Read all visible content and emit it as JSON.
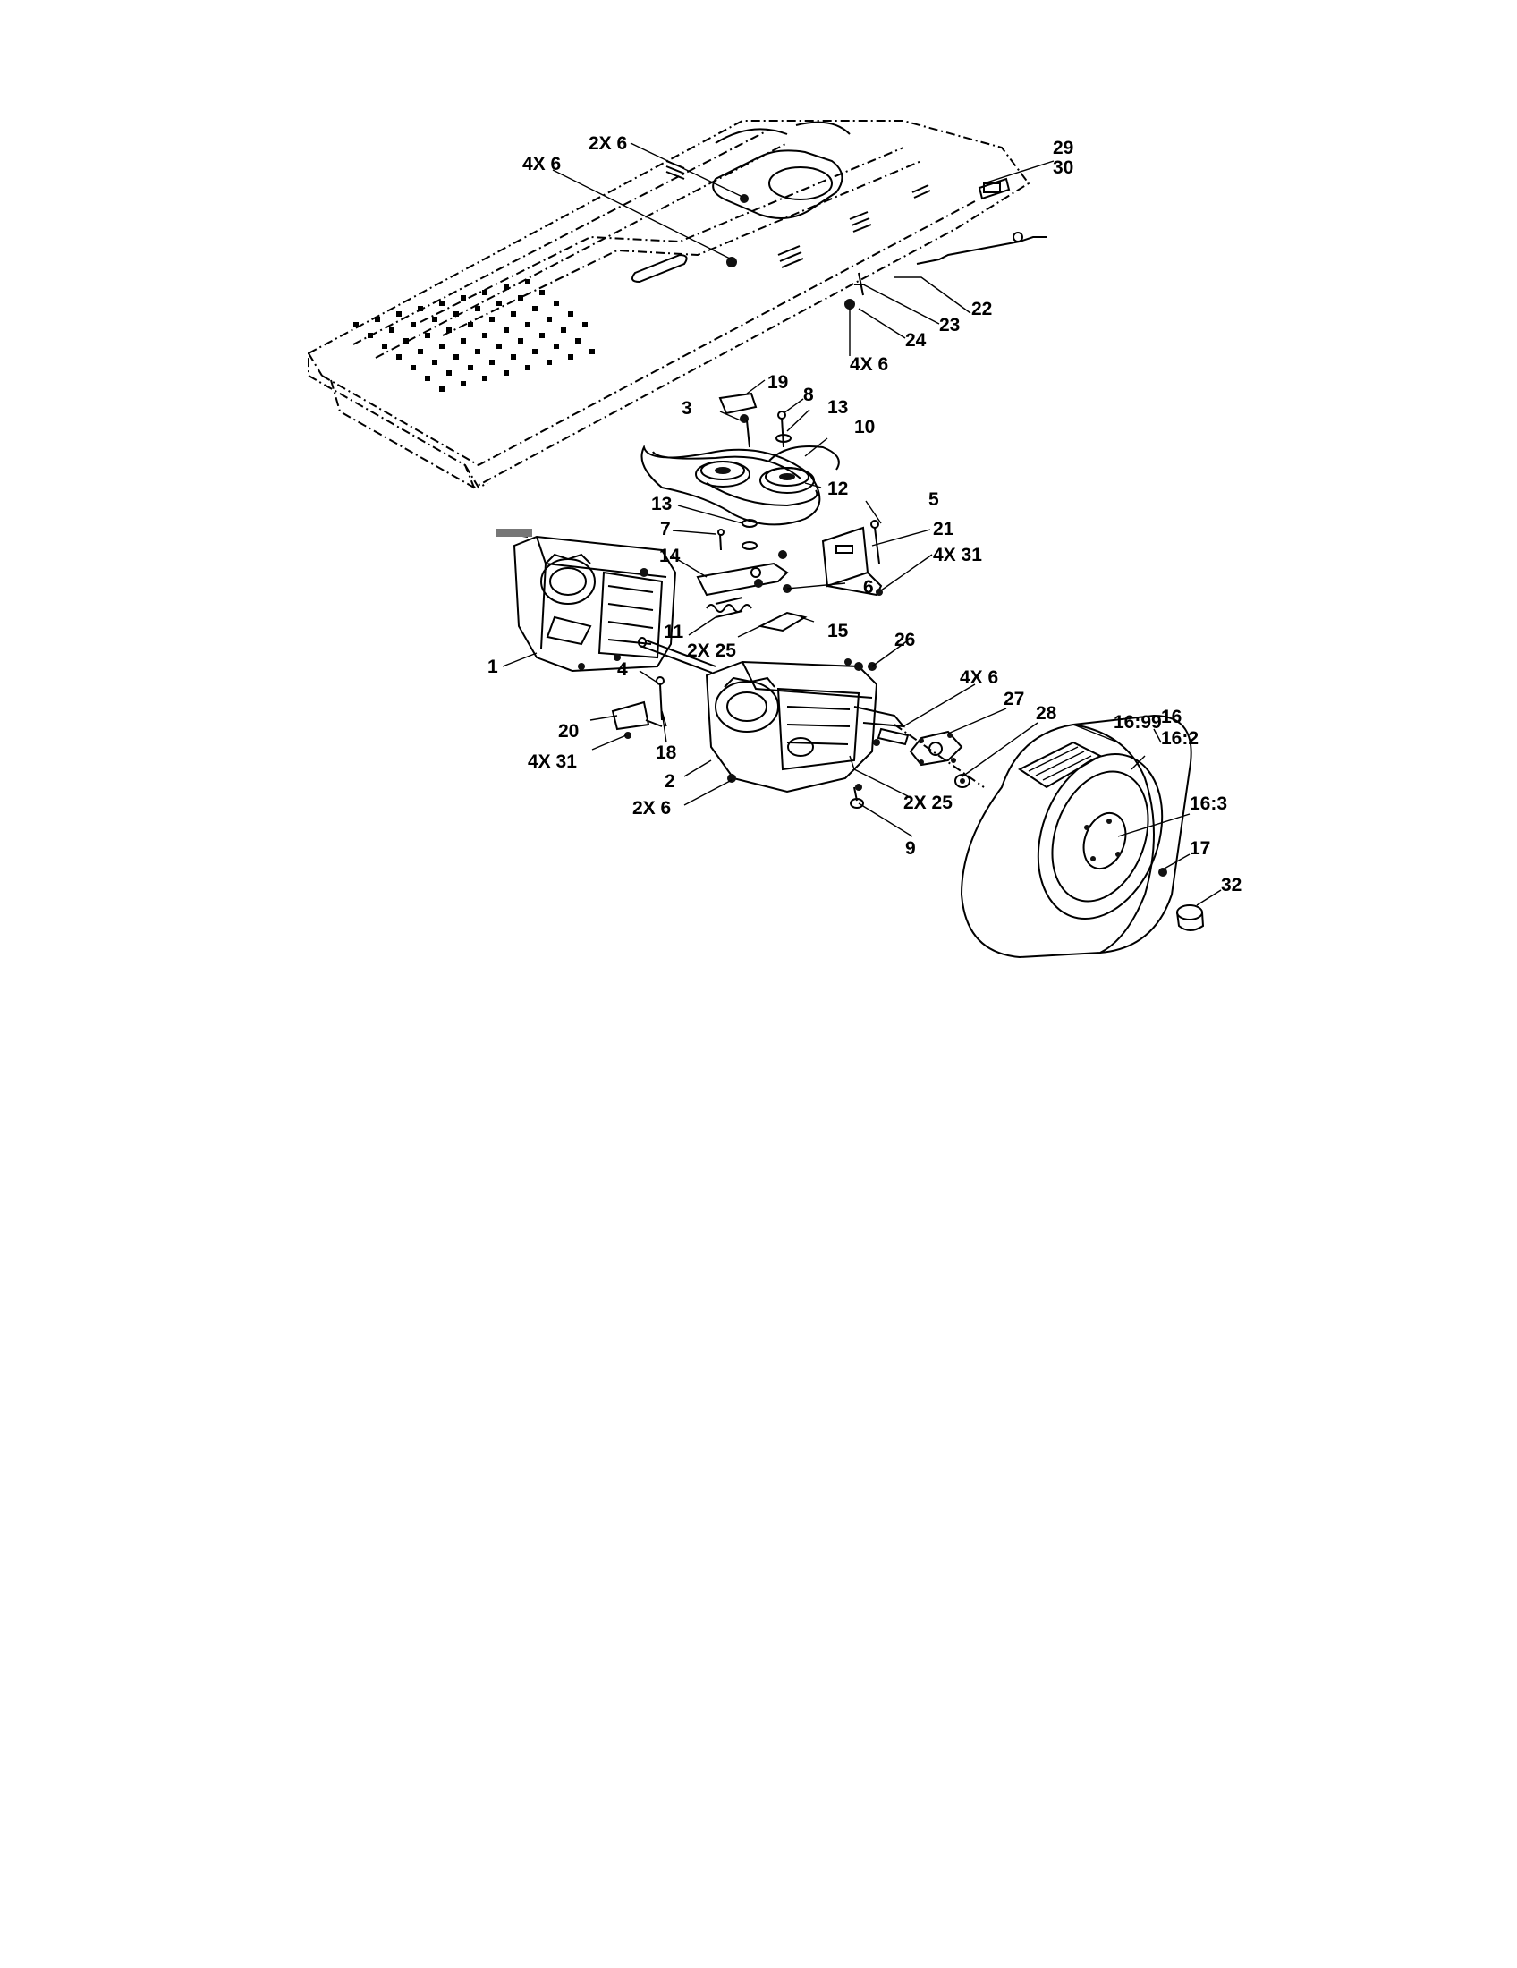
{
  "callouts": [
    {
      "id": "c-2x6-top",
      "text": "2X 6"
    },
    {
      "id": "c-4x6-top",
      "text": "4X 6"
    },
    {
      "id": "c-29",
      "text": "29"
    },
    {
      "id": "c-30",
      "text": "30"
    },
    {
      "id": "c-22",
      "text": "22"
    },
    {
      "id": "c-23",
      "text": "23"
    },
    {
      "id": "c-24",
      "text": "24"
    },
    {
      "id": "c-4x6-frame",
      "text": "4X 6"
    },
    {
      "id": "c-19",
      "text": "19"
    },
    {
      "id": "c-8",
      "text": "8"
    },
    {
      "id": "c-3",
      "text": "3"
    },
    {
      "id": "c-13a",
      "text": "13"
    },
    {
      "id": "c-10",
      "text": "10"
    },
    {
      "id": "c-12",
      "text": "12"
    },
    {
      "id": "c-5",
      "text": "5"
    },
    {
      "id": "c-13b",
      "text": "13"
    },
    {
      "id": "c-7",
      "text": "7"
    },
    {
      "id": "c-21",
      "text": "21"
    },
    {
      "id": "c-14",
      "text": "14"
    },
    {
      "id": "c-4x31-right",
      "text": "4X 31"
    },
    {
      "id": "c-6",
      "text": "6"
    },
    {
      "id": "c-11",
      "text": "11"
    },
    {
      "id": "c-15",
      "text": "15"
    },
    {
      "id": "c-2x25-a",
      "text": "2X 25"
    },
    {
      "id": "c-26",
      "text": "26"
    },
    {
      "id": "c-1",
      "text": "1"
    },
    {
      "id": "c-4",
      "text": "4"
    },
    {
      "id": "c-4x6-axle",
      "text": "4X 6"
    },
    {
      "id": "c-27",
      "text": "27"
    },
    {
      "id": "c-28",
      "text": "28"
    },
    {
      "id": "c-16-99",
      "text": "16:99"
    },
    {
      "id": "c-16",
      "text": "16"
    },
    {
      "id": "c-16-2",
      "text": "16:2"
    },
    {
      "id": "c-20",
      "text": "20"
    },
    {
      "id": "c-18",
      "text": "18"
    },
    {
      "id": "c-4x31-left",
      "text": "4X 31"
    },
    {
      "id": "c-2",
      "text": "2"
    },
    {
      "id": "c-2x25-b",
      "text": "2X 25"
    },
    {
      "id": "c-2x6-bottom",
      "text": "2X 6"
    },
    {
      "id": "c-16-3",
      "text": "16:3"
    },
    {
      "id": "c-9",
      "text": "9"
    },
    {
      "id": "c-17",
      "text": "17"
    },
    {
      "id": "c-32",
      "text": "32"
    }
  ]
}
